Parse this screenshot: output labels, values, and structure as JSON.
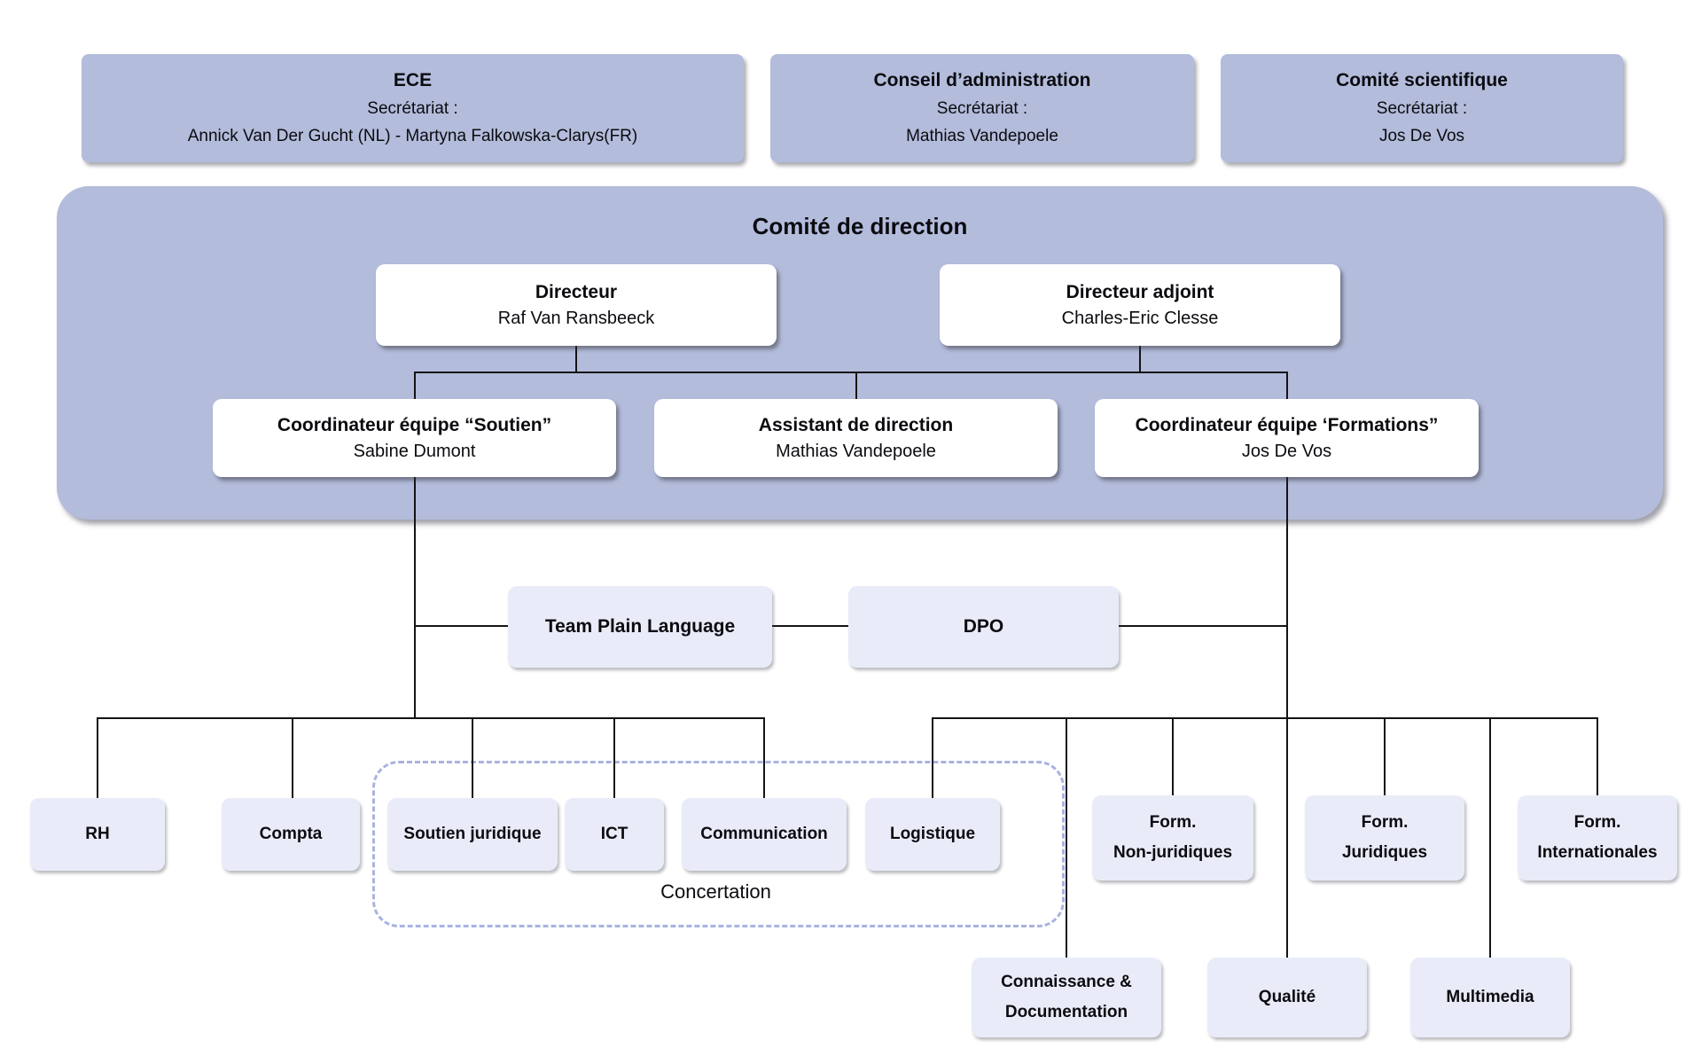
{
  "colors": {
    "node_purple": "#b3bcdb",
    "node_light": "#e9ecf8",
    "dashed_border": "#a9b3e0",
    "line": "#141414",
    "background": "#ffffff"
  },
  "top_boxes": [
    {
      "title": "ECE",
      "sub": "Secrétariat :",
      "names": "Annick Van Der Gucht (NL) - Martyna Falkowska-Clarys(FR)"
    },
    {
      "title": "Conseil d’administration",
      "sub": "Secrétariat :",
      "names": "Mathias Vandepoele"
    },
    {
      "title": "Comité scientifique",
      "sub": "Secrétariat :",
      "names": "Jos De Vos"
    }
  ],
  "direction_committee": {
    "title": "Comité de direction",
    "director": {
      "role": "Directeur",
      "name": "Raf Van Ransbeeck"
    },
    "deputy_director": {
      "role": "Directeur adjoint",
      "name": "Charles-Eric Clesse"
    },
    "coordinator_support": {
      "role": "Coordinateur équipe “Soutien”",
      "name": "Sabine Dumont"
    },
    "assistant": {
      "role": "Assistant de direction",
      "name": "Mathias Vandepoele"
    },
    "coordinator_formations": {
      "role": "Coordinateur équipe ‘Formations”",
      "name": "Jos De Vos"
    }
  },
  "support_nodes": {
    "team_plain_language": "Team Plain Language",
    "dpo": "DPO"
  },
  "left_units": [
    {
      "label": "RH"
    },
    {
      "label": "Compta"
    }
  ],
  "concertation": {
    "label": "Concertation",
    "units": [
      {
        "label": "Soutien juridique"
      },
      {
        "label": "ICT"
      },
      {
        "label": "Communication"
      },
      {
        "label": "Logistique"
      }
    ]
  },
  "formation_units": [
    {
      "line1": "Form.",
      "line2": "Non-juridiques"
    },
    {
      "line1": "Form.",
      "line2": "Juridiques"
    },
    {
      "line1": "Form.",
      "line2": "Internationales"
    }
  ],
  "bottom_units": [
    {
      "line1": "Connaissance &",
      "line2": "Documentation"
    },
    {
      "label": "Qualité"
    },
    {
      "label": "Multimedia"
    }
  ]
}
